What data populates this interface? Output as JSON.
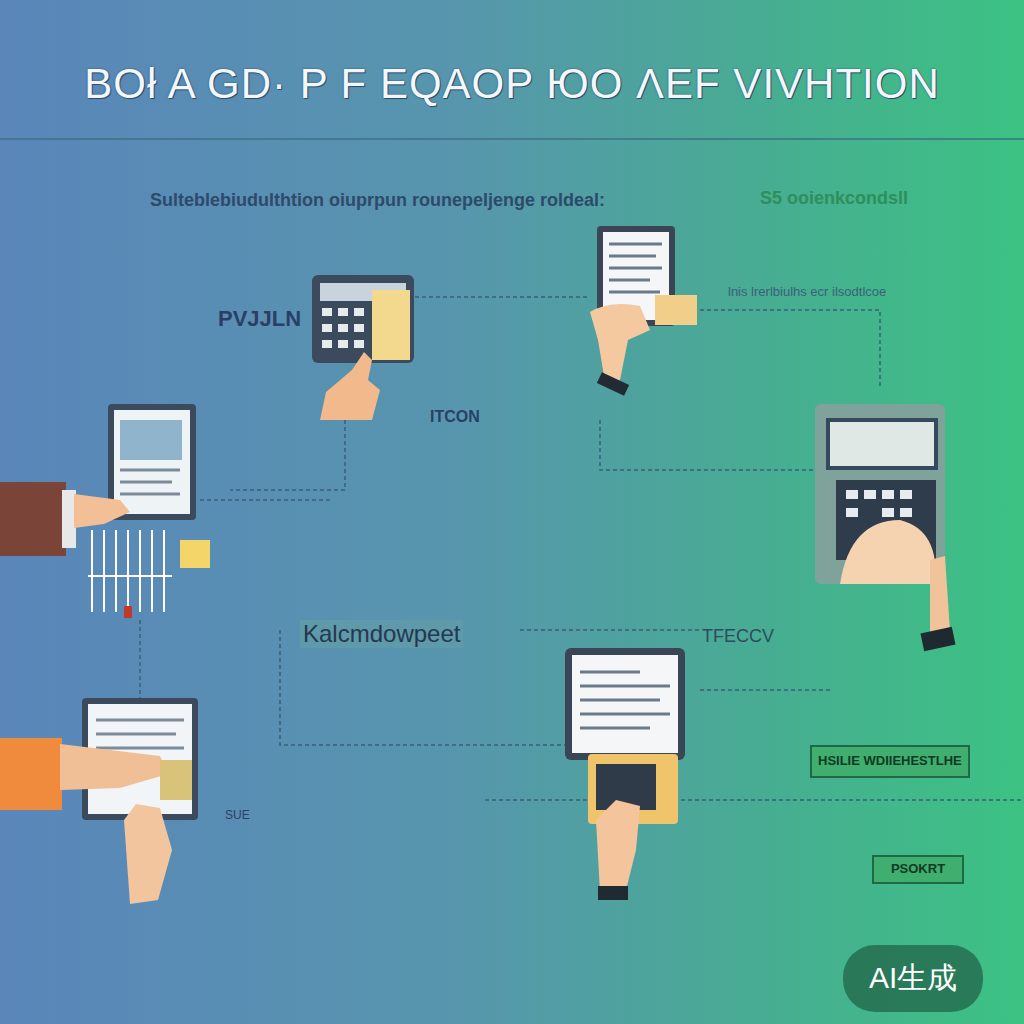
{
  "diagram": {
    "title": "BOł A GD· P F EQAOP ЮO ΛEF VIVHTION",
    "nodes": [
      {
        "text": [
          "HSILIE WDIIEHESTLHE"
        ]
      },
      {
        "text": [
          "PSOKRT"
        ]
      }
    ],
    "labels": [
      "Sulteblebiudulthtion oiuprpun rounepeljenge roldeal:",
      "S5 ooienkcondsll",
      "lnis lrerlbiulhs ecr ilsodtlcoe",
      "PVJJLN",
      "ITCON",
      "Kalcmdowpeet",
      "TFECCV",
      "SUE",
      "AI生成"
    ]
  }
}
